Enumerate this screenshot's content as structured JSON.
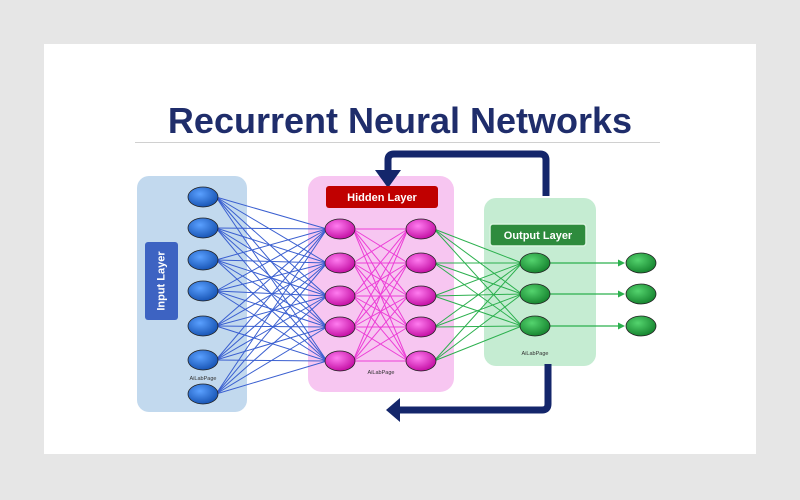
{
  "title": "Recurrent Neural Networks",
  "labels": {
    "input_layer": "Input Layer",
    "hidden_layer": "Hidden Layer",
    "output_layer": "Output Layer"
  },
  "watermarks": {
    "input": "AiLabPage",
    "hidden": "AiLabPage",
    "output": "AiLabPage"
  },
  "colors": {
    "title": "#1f2d6b",
    "input_panel": "#c2d9ee",
    "input_node": "#1f63c4",
    "input_edge": "#3a5fd0",
    "hidden_panel": "#f7c6f1",
    "hidden_node": "#e81cc9",
    "hidden_edge": "#ec3fd6",
    "hidden_label_bg": "#c00000",
    "output_panel": "#c5ecd2",
    "output_node": "#1c9a3a",
    "output_edge": "#2cb04e",
    "output_label_bg": "#2e8b3d",
    "input_label_bg": "#3d63c2",
    "recurrent_arrow": "#14266b"
  }
}
